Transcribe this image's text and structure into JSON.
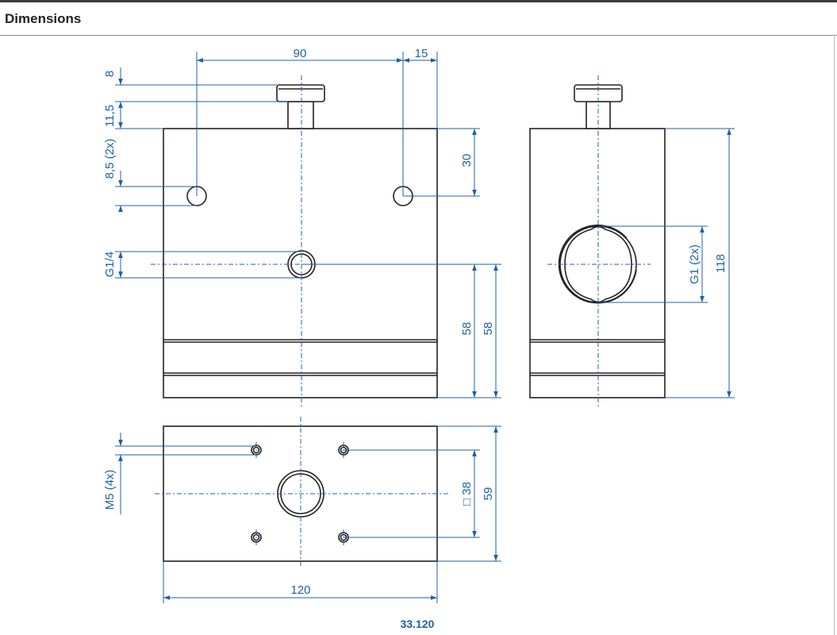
{
  "header": {
    "title": "Dimensions"
  },
  "dimensions": {
    "width_90": "90",
    "offset_15": "15",
    "height_8": "8",
    "height_11_5": "11,5",
    "hole_8_5": "8,5 (2x)",
    "depth_30": "30",
    "port_g1_4": "G1/4",
    "height_58_a": "58",
    "height_58_b": "58",
    "port_g1": "G1 (2x)",
    "height_118": "118",
    "thread_m5": "M5 (4x)",
    "square_38": "□ 38",
    "depth_59": "59",
    "width_120": "120"
  },
  "part_number": "33.120"
}
